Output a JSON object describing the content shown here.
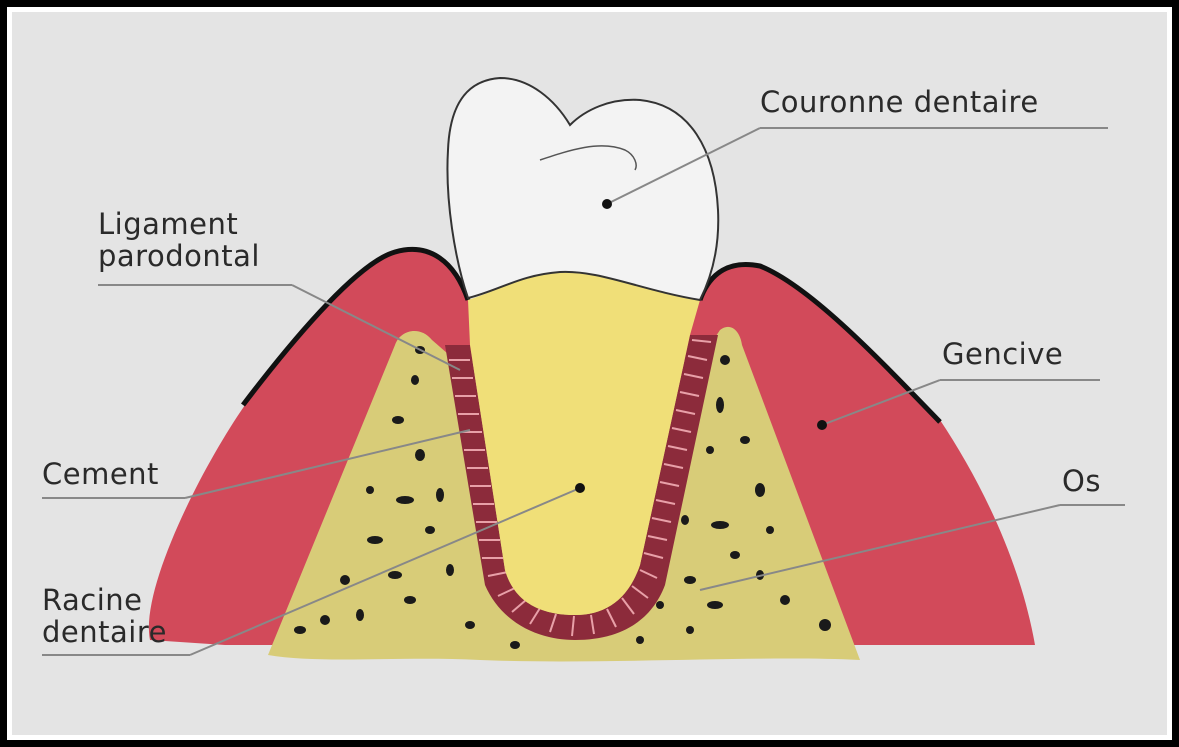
{
  "labels": {
    "couronne": "Couronne dentaire",
    "ligament_line1": "Ligament",
    "ligament_line2": "parodontal",
    "gencive": "Gencive",
    "cement": "Cement",
    "os": "Os",
    "racine_line1": "Racine",
    "racine_line2": "dentaire"
  },
  "colors": {
    "background": "#e4e4e4",
    "gum": "#d24a5a",
    "gum_edge": "#111111",
    "bone": "#d8cc78",
    "root_dentin": "#f0df78",
    "crown": "#f3f3f3",
    "ligament": "#8c2b3b",
    "leader": "#888888"
  }
}
